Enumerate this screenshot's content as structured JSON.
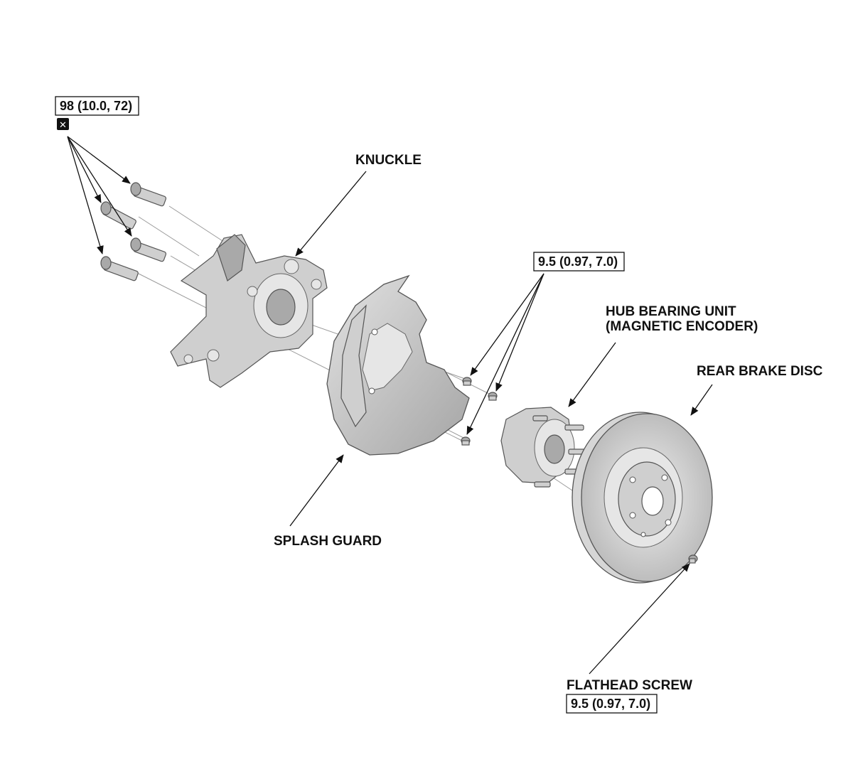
{
  "labels": {
    "knuckle": "KNUCKLE",
    "splash_guard": "SPLASH GUARD",
    "hub_bearing_line1": "HUB BEARING UNIT",
    "hub_bearing_line2": "(MAGNETIC ENCODER)",
    "rear_brake_disc": "REAR BRAKE DISC",
    "flathead_screw": "FLATHEAD SCREW"
  },
  "torque_specs": {
    "knuckle_bolts": "98 (10.0, 72)",
    "splash_guard_bolts": "9.5 (0.97, 7.0)",
    "flathead_screw": "9.5 (0.97, 7.0)"
  },
  "symbols": {
    "replace_icon_glyph": "✕"
  }
}
